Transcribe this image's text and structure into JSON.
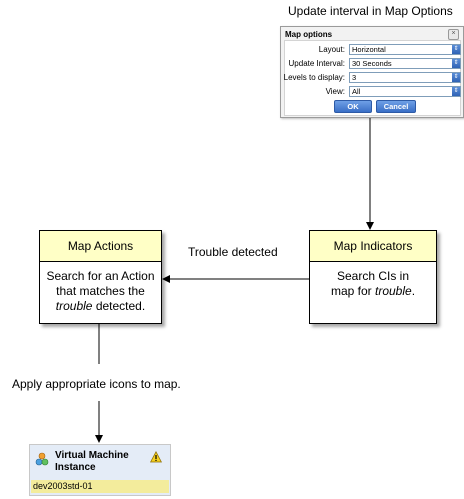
{
  "caption_top": "Update interval in Map Options",
  "dialog": {
    "title": "Map options",
    "close_icon": "close-icon",
    "rows": [
      {
        "label": "Layout:",
        "value": "Horizontal"
      },
      {
        "label": "Update Interval:",
        "value": "30 Seconds"
      },
      {
        "label": "Levels to display:",
        "value": "3"
      },
      {
        "label": "View:",
        "value": "All"
      }
    ],
    "ok_label": "OK",
    "cancel_label": "Cancel"
  },
  "map_indicators": {
    "title": "Map Indicators",
    "line1": "Search CIs in",
    "line2_pre": "map for ",
    "line2_em": "trouble",
    "line2_post": "."
  },
  "map_actions": {
    "title": "Map Actions",
    "line1": "Search for an Action",
    "line2": "that matches the",
    "line3_em": "trouble",
    "line3_post": " detected."
  },
  "trouble_label": "Trouble detected",
  "apply_label": "Apply appropriate icons to map.",
  "vm_card": {
    "title_line1": "Virtual Machine",
    "title_line2": "Instance",
    "name": "dev2003std-01",
    "left_icon": "ci-group-icon",
    "right_icon": "warning-icon"
  }
}
